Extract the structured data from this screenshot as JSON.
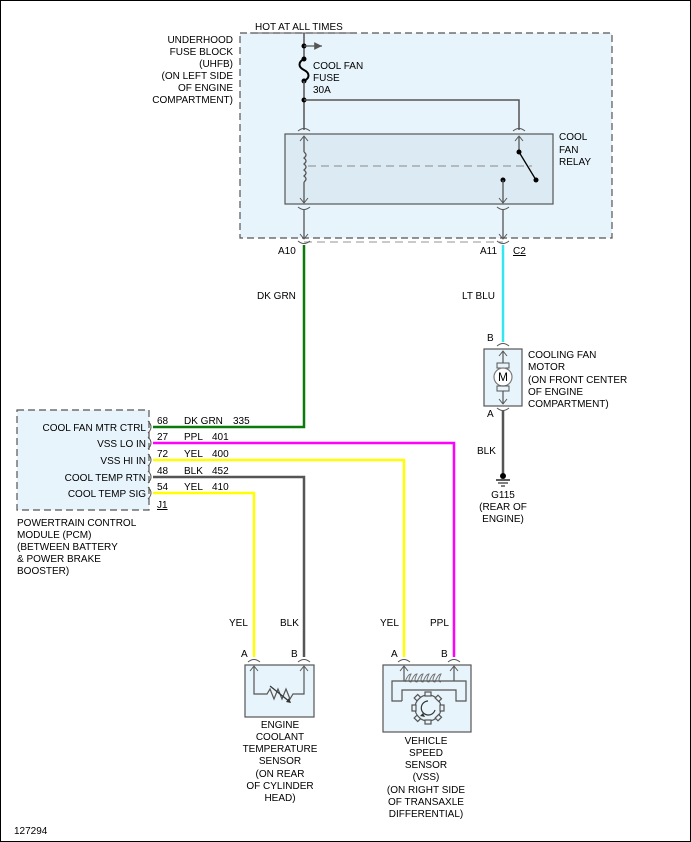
{
  "diagram": {
    "figure_id": "127294",
    "colors": {
      "box_fill": "#e8f4fb",
      "box_stroke": "#555555",
      "wire_dk_grn": "#0a7a0a",
      "wire_lt_blu": "#33e6f0",
      "wire_ppl": "#ff00ff",
      "wire_yel": "#ffff00",
      "wire_blk": "#555555",
      "internal_line": "#555555"
    },
    "power": {
      "label": "HOT AT ALL TIMES"
    },
    "uhfb": {
      "label_lines": [
        "UNDERHOOD",
        "FUSE BLOCK",
        "(UHFB)",
        "(ON LEFT SIDE",
        "OF ENGINE",
        "COMPARTMENT)"
      ]
    },
    "fuse": {
      "label_lines": [
        "COOL FAN",
        "FUSE",
        "30A"
      ]
    },
    "relay": {
      "label_lines": [
        "COOL",
        "FAN",
        "RELAY"
      ]
    },
    "connector_c2": {
      "name": "C2",
      "pins": {
        "left": "A10",
        "right": "A11"
      }
    },
    "wires": {
      "dk_grn": {
        "color_label": "DK GRN"
      },
      "lt_blu": {
        "color_label": "LT BLU"
      },
      "blk_ground": {
        "color_label": "BLK"
      },
      "ect_a": {
        "color_label": "YEL"
      },
      "ect_b": {
        "color_label": "BLK"
      },
      "vss_a": {
        "color_label": "YEL"
      },
      "vss_b": {
        "color_label": "PPL"
      }
    },
    "fan_motor": {
      "symbol": "M",
      "pin_top": "B",
      "pin_bottom": "A",
      "label_lines": [
        "COOLING FAN",
        "MOTOR",
        "(ON FRONT CENTER",
        "OF ENGINE",
        "COMPARTMENT)"
      ]
    },
    "ground": {
      "label_lines": [
        "G115",
        "(REAR OF",
        "ENGINE)"
      ]
    },
    "pcm": {
      "connector": "J1",
      "label_lines": [
        "POWERTRAIN CONTROL",
        "MODULE (PCM)",
        "(BETWEEN BATTERY",
        "& POWER BRAKE",
        "BOOSTER)"
      ],
      "pins": [
        {
          "name": "COOL FAN MTR CTRL",
          "pin": "68",
          "color": "DK GRN",
          "circuit": "335"
        },
        {
          "name": "VSS LO IN",
          "pin": "27",
          "color": "PPL",
          "circuit": "401"
        },
        {
          "name": "VSS HI IN",
          "pin": "72",
          "color": "YEL",
          "circuit": "400"
        },
        {
          "name": "COOL TEMP RTN",
          "pin": "48",
          "color": "BLK",
          "circuit": "452"
        },
        {
          "name": "COOL TEMP SIG",
          "pin": "54",
          "color": "YEL",
          "circuit": "410"
        }
      ]
    },
    "ect_sensor": {
      "pin_a": "A",
      "pin_b": "B",
      "label_lines": [
        "ENGINE",
        "COOLANT",
        "TEMPERATURE",
        "SENSOR",
        "(ON REAR",
        "OF CYLINDER",
        "HEAD)"
      ]
    },
    "vss_sensor": {
      "pin_a": "A",
      "pin_b": "B",
      "label_lines": [
        "VEHICLE",
        "SPEED",
        "SENSOR",
        "(VSS)",
        "(ON RIGHT SIDE",
        "OF TRANSAXLE",
        "DIFFERENTIAL)"
      ]
    }
  }
}
